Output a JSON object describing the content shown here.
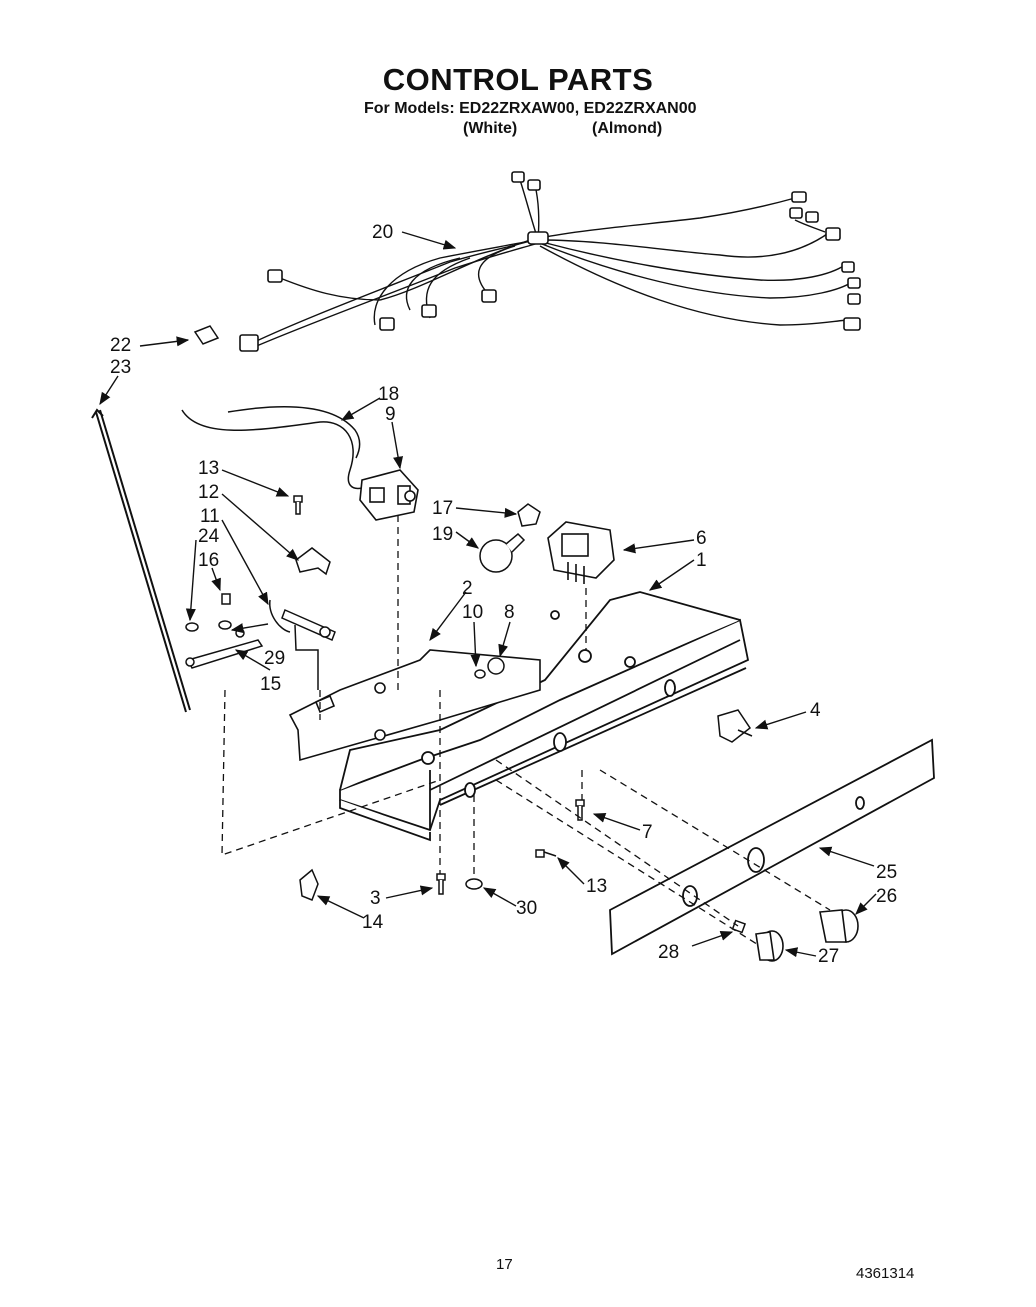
{
  "header": {
    "title": "CONTROL PARTS",
    "models_line": "For Models: ED22ZRXAW00, ED22ZRXAN00",
    "color_white": "(White)",
    "color_almond": "(Almond)"
  },
  "callouts": {
    "c20": "20",
    "c22": "22",
    "c23": "23",
    "c18": "18",
    "c9": "9",
    "c13a": "13",
    "c12": "12",
    "c11": "11",
    "c24": "24",
    "c16": "16",
    "c29": "29",
    "c15": "15",
    "c17": "17",
    "c19": "19",
    "c6": "6",
    "c1": "1",
    "c2": "2",
    "c10": "10",
    "c8": "8",
    "c4": "4",
    "c7": "7",
    "c25": "25",
    "c26": "26",
    "c13b": "13",
    "c3": "3",
    "c30": "30",
    "c14": "14",
    "c28": "28",
    "c27": "27"
  },
  "footer": {
    "page_number": "17",
    "doc_number": "4361314"
  }
}
